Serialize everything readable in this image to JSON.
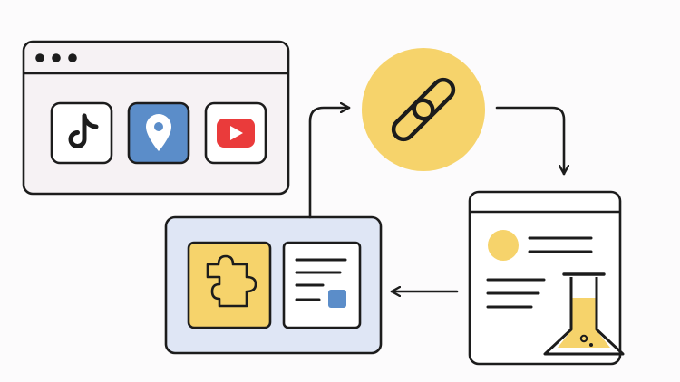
{
  "palette": {
    "ink": "#1c1c1c",
    "background": "#fcfbfc",
    "window_fill": "#f6f2f4",
    "panel_fill": "#dfe6f5",
    "accent_yellow": "#f6d36b",
    "accent_blue": "#5b8dc9",
    "youtube_red": "#ea3b3b",
    "white": "#ffffff"
  },
  "nodes": [
    {
      "id": "browser-window",
      "icon": "browser-window-icon",
      "contents": [
        "tiktok-icon",
        "map-pin-icon",
        "youtube-icon"
      ]
    },
    {
      "id": "link",
      "icon": "chain-link-icon"
    },
    {
      "id": "research-report",
      "icon": "document-flask-icon"
    },
    {
      "id": "plugin-panel",
      "icon": "puzzle-document-icon"
    }
  ],
  "edges": [
    {
      "from": "browser-window",
      "to": "link"
    },
    {
      "from": "link",
      "to": "research-report"
    },
    {
      "from": "research-report",
      "to": "plugin-panel"
    },
    {
      "from": "plugin-panel",
      "to": "link"
    }
  ]
}
